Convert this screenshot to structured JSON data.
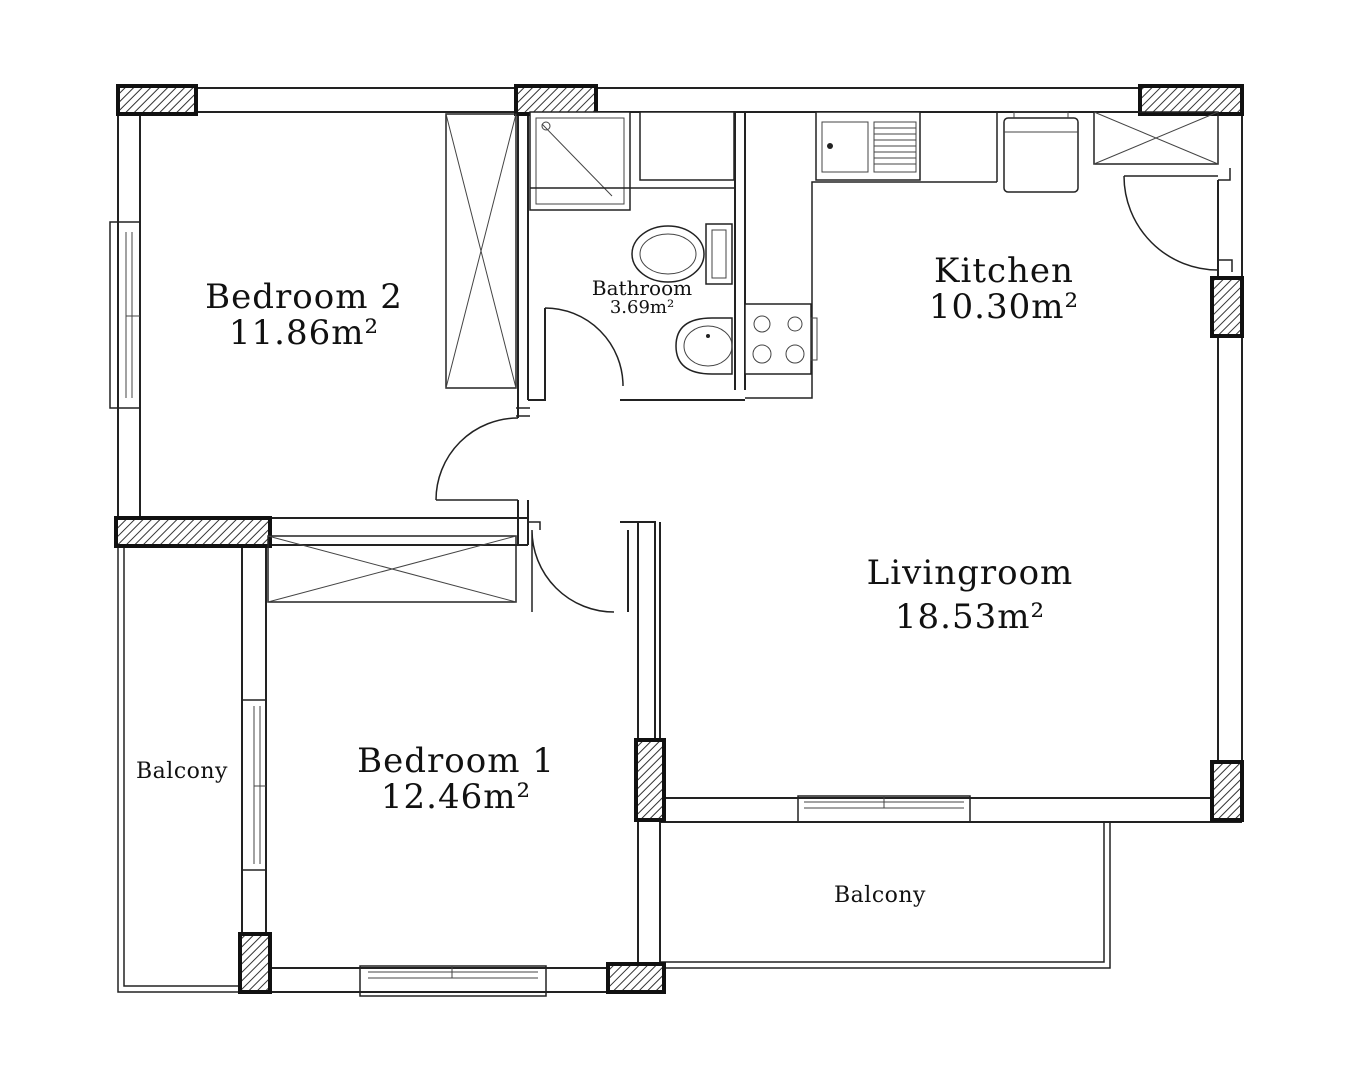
{
  "rooms": {
    "bedroom2": {
      "name": "Bedroom 2",
      "area": "11.86m²"
    },
    "bathroom": {
      "name": "Bathroom",
      "area": "3.69m²"
    },
    "kitchen": {
      "name": "Kitchen",
      "area": "10.30m²"
    },
    "livingroom": {
      "name": "Livingroom",
      "area": "18.53m²"
    },
    "bedroom1": {
      "name": "Bedroom 1",
      "area": "12.46m²"
    },
    "balcony_left": {
      "name": "Balcony"
    },
    "balcony_bottom": {
      "name": "Balcony"
    }
  },
  "colors": {
    "line": "#222222",
    "background": "#ffffff",
    "hatch": "#333333"
  },
  "icons": [
    "shower-icon",
    "toilet-icon",
    "sink-icon",
    "stove-icon",
    "kitchen-sink-icon",
    "fridge-icon",
    "door-swing-icon",
    "closet-icon",
    "window-icon",
    "column-icon"
  ]
}
